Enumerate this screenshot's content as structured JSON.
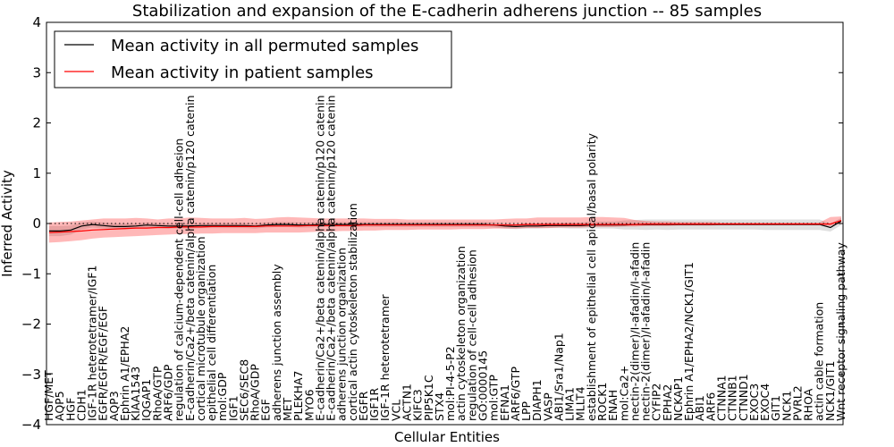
{
  "chart_data": {
    "type": "line",
    "title": "Stabilization and expansion of the E-cadherin adherens junction -- 85 samples",
    "xlabel": "Cellular Entities",
    "ylabel": "Inferred Activity",
    "ylim": [
      -4,
      4
    ],
    "yticks": [
      -4,
      -3,
      -2,
      -1,
      0,
      1,
      2,
      3,
      4
    ],
    "grid": false,
    "legend_position": "top-left",
    "zero_line": "dotted",
    "categories": [
      "HGF/MET",
      "AQP5",
      "HGF",
      "CDH1",
      "IGF-1R heterotetramer/IGF1",
      "EGFR/EGFR/EGF/EGF",
      "AQP3",
      "Ephrin A1/EPHA2",
      "KIAA1543",
      "IQGAP1",
      "RhoA/GTP",
      "ARF6/GDP",
      "regulation of calcium-dependent cell-cell adhesion",
      "E-cadherin/Ca2+/beta catenin/alpha catenin/p120 catenin",
      "cortical microtubule organization",
      "epithelial cell differentiation",
      "mol:GDP",
      "IGF1",
      "SEC6/SEC8",
      "RhoA/GDP",
      "EGF",
      "adherens junction assembly",
      "MET",
      "PLEKHA7",
      "MYO6",
      "E-cadherin/Ca2+/beta catenin/alpha catenin/p120 catenin",
      "E-cadherin/Ca2+/beta catenin/alpha catenin/p120 catenin",
      "adherens junction organization",
      "cortical actin cytoskeleton stabilization",
      "EGFR",
      "IGF1R",
      "IGF-1R heterotetramer",
      "VCL",
      "ACTN1",
      "KIFC3",
      "PIP5K1C",
      "STX4",
      "mol:PI-4-5-P2",
      "actin cytoskeleton organization",
      "regulation of cell-cell adhesion",
      "GO:0000145",
      "mol:GTP",
      "EFNA1",
      "ARF6/GTP",
      "LPP",
      "DIAPH1",
      "VASP",
      "ABI1/Sra1/Nap1",
      "LIMA1",
      "MLLT4",
      "establishment of epithelial cell apical/basal polarity",
      "ROCK1",
      "ENAH",
      "mol:Ca2+",
      "nectin-2(dimer)/I-afadin/I-afadin",
      "nectin-2(dimer)/I-afadin/I-afadin",
      "CYFIP2",
      "EPHA2",
      "NCKAP1",
      "Ephrin A1/EPHA2/NCK1/GIT1",
      "ABI1",
      "ARF6",
      "CTNNA1",
      "CTNNB1",
      "CTNND1",
      "EXOC3",
      "EXOC4",
      "GIT1",
      "NCK1",
      "PVRL2",
      "RHOA",
      "actin cable formation",
      "NCK1/GIT1",
      "Wnt receptor signaling pathway"
    ],
    "series": [
      {
        "name": "Mean activity in all permuted samples",
        "color": "#000000",
        "values": [
          -0.15,
          -0.15,
          -0.13,
          -0.05,
          -0.02,
          -0.04,
          -0.06,
          -0.06,
          -0.05,
          -0.03,
          -0.04,
          -0.05,
          -0.05,
          -0.05,
          -0.04,
          -0.04,
          -0.04,
          -0.04,
          -0.04,
          -0.05,
          -0.03,
          -0.02,
          -0.02,
          -0.03,
          -0.03,
          -0.02,
          -0.02,
          -0.02,
          -0.02,
          -0.02,
          -0.02,
          -0.02,
          -0.02,
          -0.02,
          -0.02,
          -0.02,
          -0.02,
          -0.02,
          -0.02,
          -0.02,
          -0.02,
          -0.03,
          -0.05,
          -0.06,
          -0.05,
          -0.05,
          -0.04,
          -0.04,
          -0.04,
          -0.04,
          -0.03,
          -0.03,
          -0.03,
          -0.03,
          -0.02,
          -0.02,
          -0.02,
          -0.02,
          -0.02,
          -0.02,
          -0.02,
          -0.02,
          -0.02,
          -0.02,
          -0.02,
          -0.02,
          -0.02,
          -0.02,
          -0.02,
          -0.02,
          -0.02,
          -0.02,
          -0.08,
          0.05
        ],
        "band_low": [
          -0.25,
          -0.25,
          -0.22,
          -0.12,
          -0.08,
          -0.1,
          -0.12,
          -0.12,
          -0.1,
          -0.08,
          -0.09,
          -0.1,
          -0.1,
          -0.1,
          -0.09,
          -0.09,
          -0.09,
          -0.09,
          -0.09,
          -0.1,
          -0.08,
          -0.07,
          -0.07,
          -0.08,
          -0.08,
          -0.07,
          -0.07,
          -0.07,
          -0.07,
          -0.07,
          -0.07,
          -0.07,
          -0.07,
          -0.07,
          -0.07,
          -0.07,
          -0.07,
          -0.07,
          -0.07,
          -0.07,
          -0.07,
          -0.08,
          -0.1,
          -0.11,
          -0.1,
          -0.1,
          -0.09,
          -0.09,
          -0.1,
          -0.1,
          -0.1,
          -0.1,
          -0.1,
          -0.12,
          -0.12,
          -0.13,
          -0.12,
          -0.13,
          -0.12,
          -0.12,
          -0.12,
          -0.12,
          -0.12,
          -0.12,
          -0.12,
          -0.12,
          -0.13,
          -0.13,
          -0.13,
          -0.13,
          -0.13,
          -0.13,
          -0.16,
          -0.03
        ],
        "band_high": [
          -0.05,
          -0.05,
          -0.04,
          0.02,
          0.04,
          0.02,
          0.0,
          0.0,
          0.0,
          0.02,
          0.01,
          0.0,
          0.0,
          0.0,
          0.01,
          0.01,
          0.01,
          0.01,
          0.01,
          0.0,
          0.02,
          0.03,
          0.03,
          0.02,
          0.02,
          0.03,
          0.03,
          0.03,
          0.03,
          0.03,
          0.03,
          0.03,
          0.03,
          0.03,
          0.03,
          0.03,
          0.03,
          0.03,
          0.03,
          0.03,
          0.03,
          0.02,
          0.0,
          -0.01,
          0.0,
          0.0,
          0.01,
          0.01,
          0.02,
          0.02,
          0.04,
          0.04,
          0.04,
          0.06,
          0.07,
          0.08,
          0.08,
          0.08,
          0.08,
          0.08,
          0.08,
          0.08,
          0.08,
          0.08,
          0.08,
          0.08,
          0.08,
          0.08,
          0.08,
          0.08,
          0.08,
          0.08,
          0.0,
          0.11
        ]
      },
      {
        "name": "Mean activity in patient samples",
        "color": "#ff0000",
        "values": [
          -0.18,
          -0.17,
          -0.16,
          -0.15,
          -0.13,
          -0.12,
          -0.11,
          -0.1,
          -0.09,
          -0.09,
          -0.08,
          -0.08,
          -0.07,
          -0.07,
          -0.07,
          -0.06,
          -0.06,
          -0.06,
          -0.06,
          -0.06,
          -0.05,
          -0.05,
          -0.05,
          -0.05,
          -0.04,
          -0.04,
          -0.04,
          -0.04,
          -0.04,
          -0.03,
          -0.03,
          -0.03,
          -0.03,
          -0.03,
          -0.03,
          -0.03,
          -0.03,
          -0.03,
          -0.03,
          -0.03,
          -0.03,
          -0.03,
          -0.03,
          -0.03,
          -0.02,
          -0.02,
          -0.02,
          -0.02,
          -0.02,
          -0.02,
          -0.02,
          -0.02,
          -0.02,
          -0.02,
          -0.02,
          -0.01,
          -0.01,
          -0.01,
          -0.01,
          -0.01,
          -0.01,
          -0.01,
          -0.01,
          -0.01,
          -0.01,
          -0.01,
          -0.01,
          -0.01,
          -0.01,
          -0.01,
          -0.01,
          -0.01,
          -0.01,
          0.06
        ],
        "band_low": [
          -0.38,
          -0.37,
          -0.35,
          -0.33,
          -0.3,
          -0.28,
          -0.27,
          -0.26,
          -0.25,
          -0.24,
          -0.23,
          -0.22,
          -0.21,
          -0.21,
          -0.2,
          -0.2,
          -0.19,
          -0.19,
          -0.19,
          -0.19,
          -0.18,
          -0.18,
          -0.18,
          -0.18,
          -0.17,
          -0.16,
          -0.16,
          -0.15,
          -0.15,
          -0.14,
          -0.14,
          -0.13,
          -0.13,
          -0.13,
          -0.12,
          -0.12,
          -0.12,
          -0.12,
          -0.11,
          -0.11,
          -0.11,
          -0.1,
          -0.1,
          -0.1,
          -0.09,
          -0.09,
          -0.09,
          -0.08,
          -0.08,
          -0.08,
          -0.07,
          -0.07,
          -0.07,
          -0.06,
          -0.06,
          -0.05,
          -0.05,
          -0.05,
          -0.04,
          -0.04,
          -0.04,
          -0.04,
          -0.03,
          -0.03,
          -0.03,
          -0.03,
          -0.03,
          -0.03,
          -0.03,
          -0.03,
          -0.03,
          -0.03,
          -0.05,
          0.0
        ],
        "band_high": [
          0.02,
          0.03,
          0.04,
          0.06,
          0.08,
          0.1,
          0.1,
          0.1,
          0.11,
          0.1,
          0.08,
          0.1,
          0.1,
          0.12,
          0.11,
          0.1,
          0.1,
          0.1,
          0.11,
          0.09,
          0.1,
          0.12,
          0.13,
          0.12,
          0.11,
          0.1,
          0.1,
          0.1,
          0.1,
          0.1,
          0.09,
          0.09,
          0.09,
          0.08,
          0.08,
          0.08,
          0.08,
          0.08,
          0.08,
          0.08,
          0.08,
          0.08,
          0.09,
          0.1,
          0.1,
          0.12,
          0.12,
          0.12,
          0.12,
          0.12,
          0.13,
          0.13,
          0.12,
          0.11,
          0.07,
          0.05,
          0.04,
          0.04,
          0.03,
          0.03,
          0.03,
          0.03,
          0.02,
          0.02,
          0.02,
          0.02,
          0.02,
          0.02,
          0.02,
          0.02,
          0.02,
          0.02,
          0.13,
          0.14
        ]
      }
    ]
  }
}
